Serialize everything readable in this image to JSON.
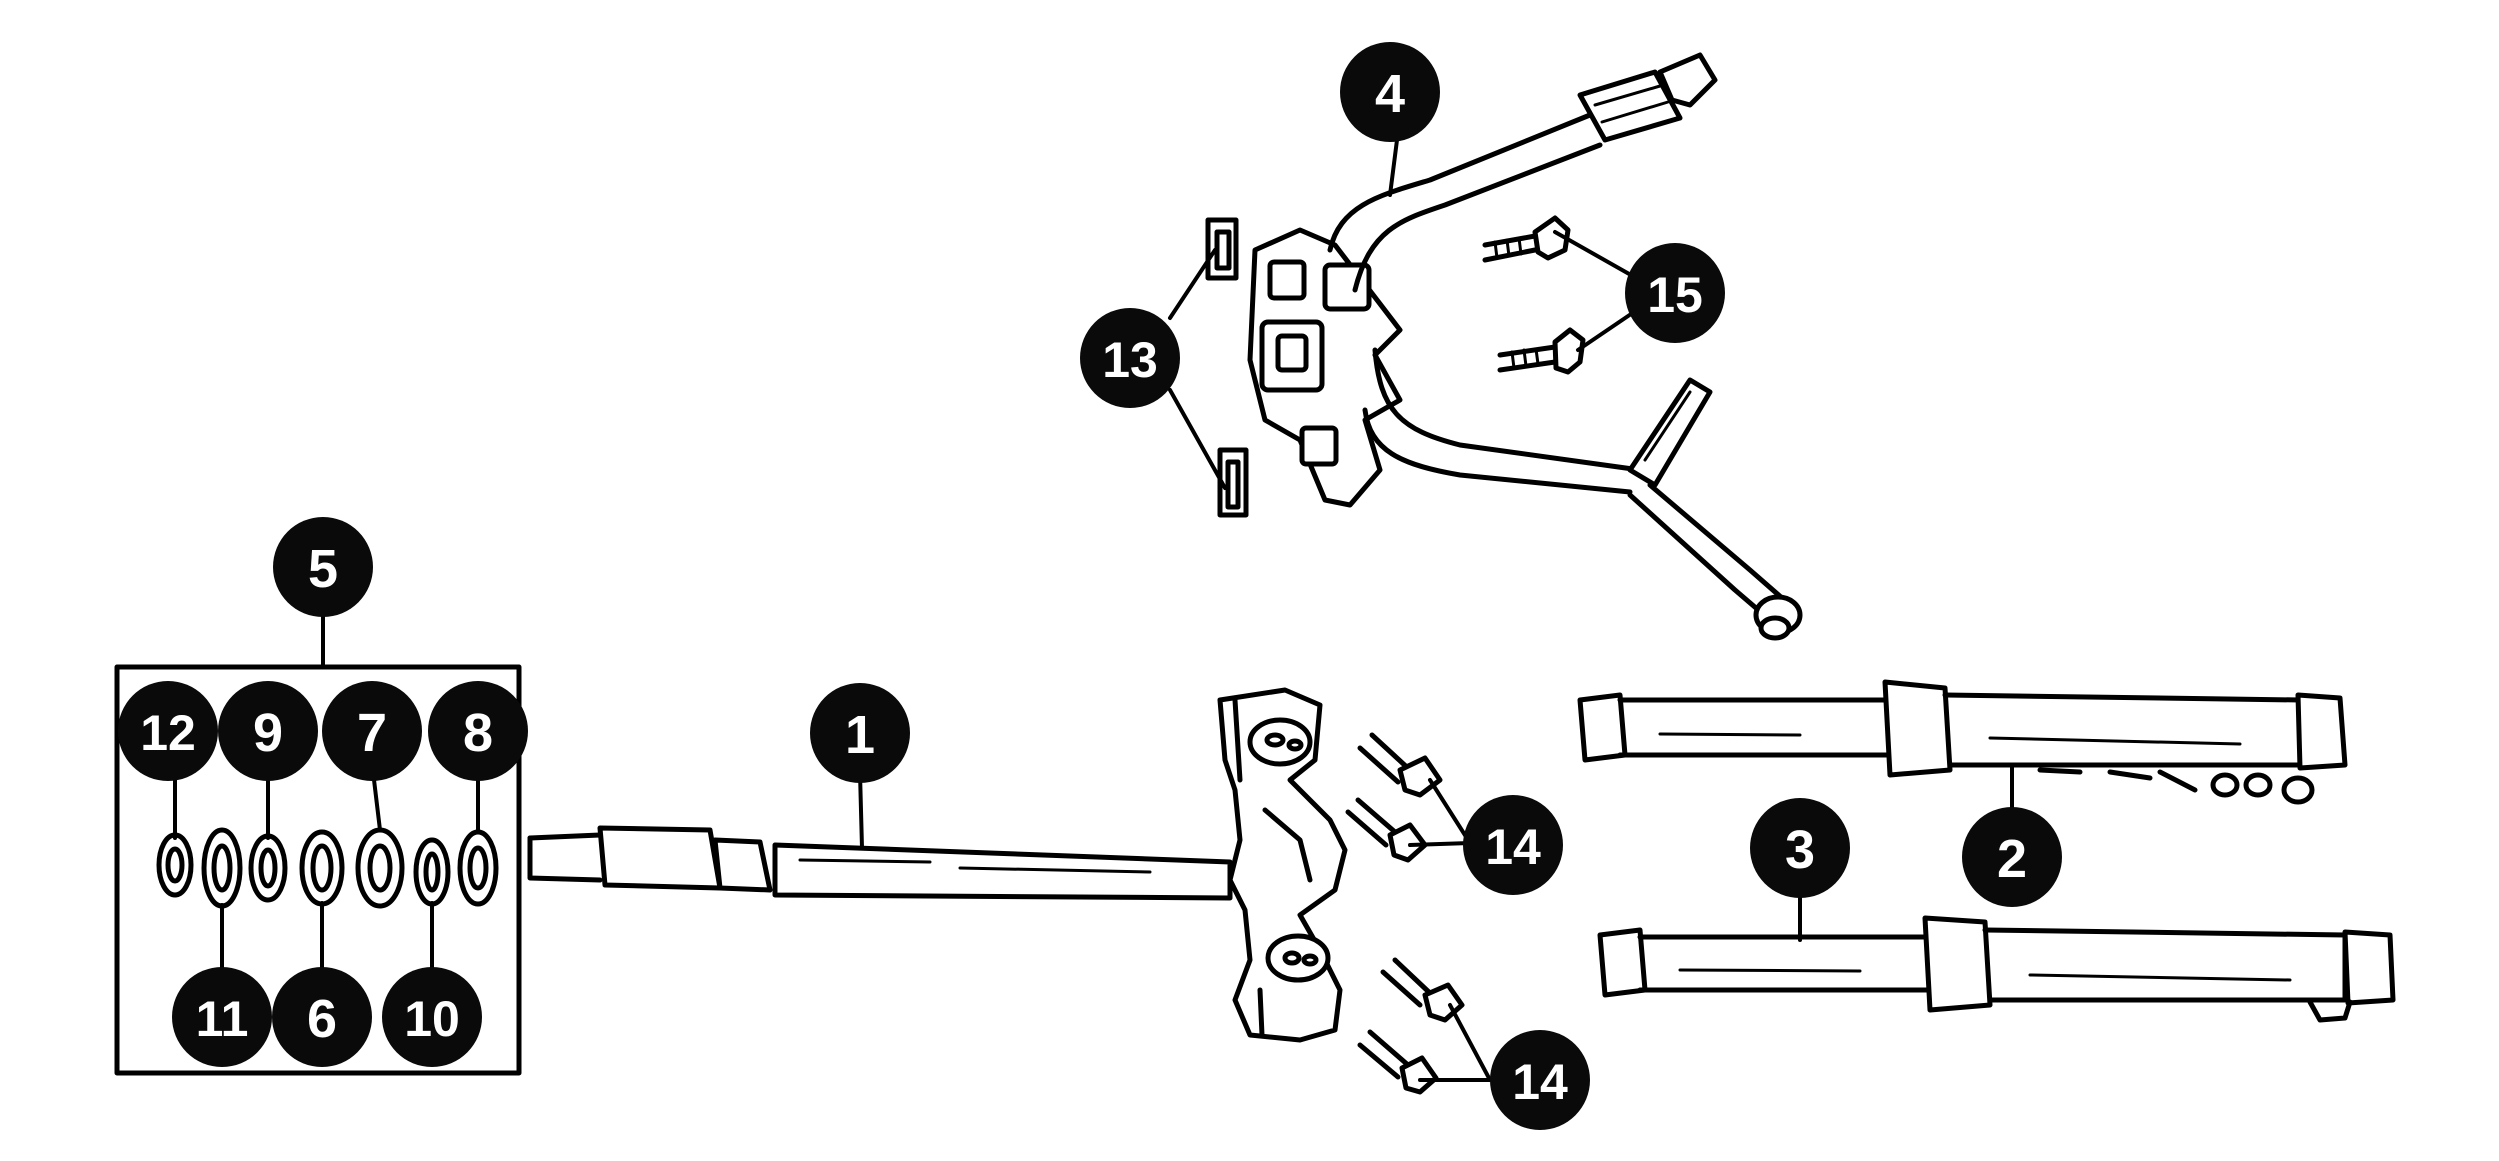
{
  "callouts": {
    "c1": "1",
    "c2": "2",
    "c3": "3",
    "c4": "4",
    "c5": "5",
    "c6": "6",
    "c7": "7",
    "c8": "8",
    "c9": "9",
    "c10": "10",
    "c11": "11",
    "c12": "12",
    "c13": "13",
    "c14a": "14",
    "c14b": "14",
    "c15": "15"
  },
  "colors": {
    "ink": "#000000",
    "background": "#ffffff"
  }
}
